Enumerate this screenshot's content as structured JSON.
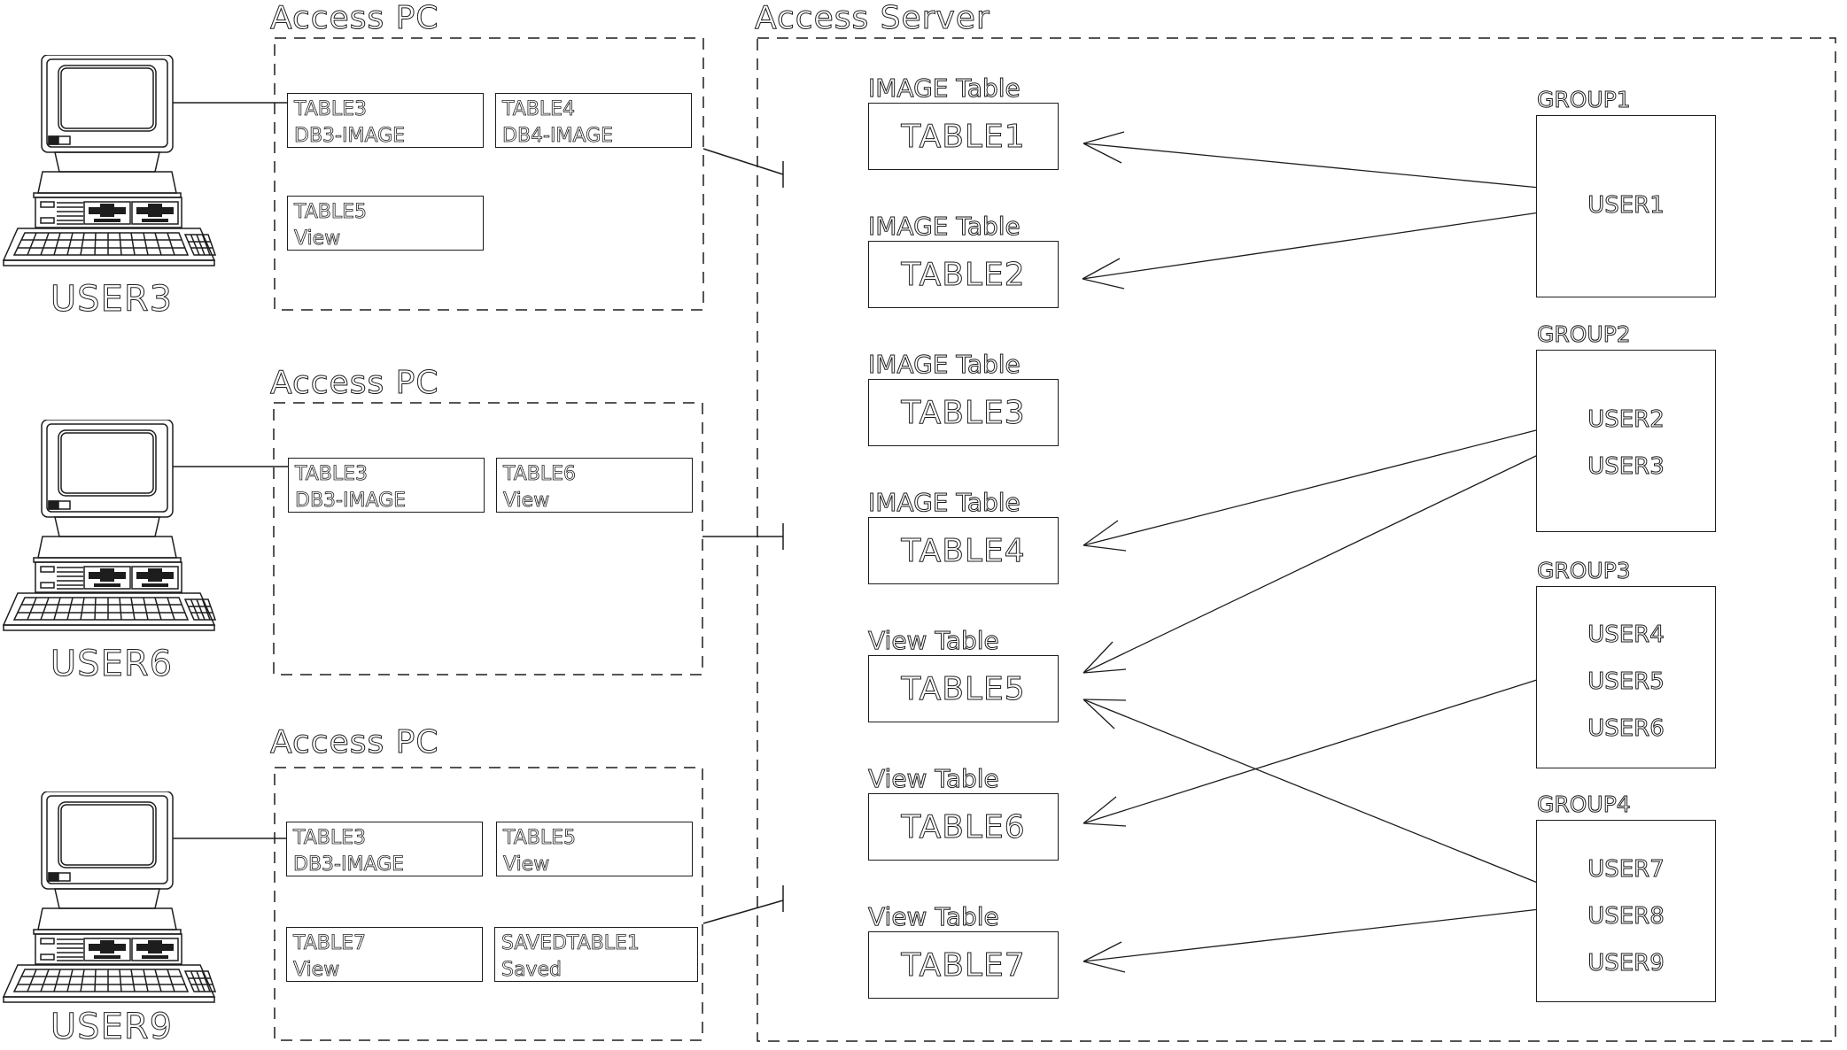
{
  "diagram": {
    "access_pcs": [
      {
        "title": "Access PC",
        "user_label": "USER3",
        "tables": [
          {
            "name": "TABLE3",
            "type": "DB3-IMAGE"
          },
          {
            "name": "TABLE4",
            "type": "DB4-IMAGE"
          },
          {
            "name": "TABLE5",
            "type": "View"
          }
        ]
      },
      {
        "title": "Access PC",
        "user_label": "USER6",
        "tables": [
          {
            "name": "TABLE3",
            "type": "DB3-IMAGE"
          },
          {
            "name": "TABLE6",
            "type": "View"
          }
        ]
      },
      {
        "title": "Access PC",
        "user_label": "USER9",
        "tables": [
          {
            "name": "TABLE3",
            "type": "DB3-IMAGE"
          },
          {
            "name": "TABLE5",
            "type": "View"
          },
          {
            "name": "TABLE7",
            "type": "View"
          },
          {
            "name": "SAVEDTABLE1",
            "type": "Saved"
          }
        ]
      }
    ],
    "access_server": {
      "title": "Access Server",
      "tables": [
        {
          "category": "IMAGE Table",
          "name": "TABLE1"
        },
        {
          "category": "IMAGE Table",
          "name": "TABLE2"
        },
        {
          "category": "IMAGE Table",
          "name": "TABLE3"
        },
        {
          "category": "IMAGE Table",
          "name": "TABLE4"
        },
        {
          "category": "View Table",
          "name": "TABLE5"
        },
        {
          "category": "View Table",
          "name": "TABLE6"
        },
        {
          "category": "View Table",
          "name": "TABLE7"
        }
      ],
      "groups": [
        {
          "label": "GROUP1",
          "users": [
            "USER1"
          ]
        },
        {
          "label": "GROUP2",
          "users": [
            "USER2",
            "USER3"
          ]
        },
        {
          "label": "GROUP3",
          "users": [
            "USER4",
            "USER5",
            "USER6"
          ]
        },
        {
          "label": "GROUP4",
          "users": [
            "USER7",
            "USER8",
            "USER9"
          ]
        }
      ],
      "connections": [
        {
          "from": "GROUP1",
          "to": "TABLE1"
        },
        {
          "from": "GROUP1",
          "to": "TABLE2"
        },
        {
          "from": "GROUP2",
          "to": "TABLE4"
        },
        {
          "from": "GROUP2",
          "to": "TABLE5"
        },
        {
          "from": "GROUP3",
          "to": "TABLE6"
        },
        {
          "from": "GROUP4",
          "to": "TABLE5"
        },
        {
          "from": "GROUP4",
          "to": "TABLE7"
        }
      ],
      "pc_server_links": [
        "USER3",
        "USER6",
        "USER9"
      ]
    },
    "colors": {
      "line": "#1d1d1d",
      "background": "#ffffff"
    }
  }
}
